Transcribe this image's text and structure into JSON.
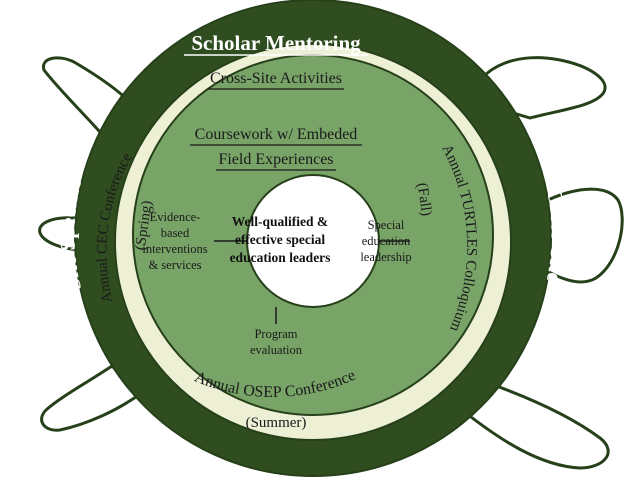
{
  "outer_ring": {
    "top_label": "Scholar Mentoring",
    "left_label": "Site Specific",
    "right_label": "Cross-Site"
  },
  "cross_site_ring": {
    "title": "Cross-Site Activities",
    "left_conference": "Annual CEC Conference",
    "left_conference_season": "(Spring)",
    "right_conference": "Annual TURTLES Colloquium",
    "right_conference_season": "(Fall)",
    "bottom_conference": "Annual OSEP Conference",
    "bottom_conference_season": "(Summer)"
  },
  "coursework_ring": {
    "title_line1": "Coursework w/ Embeded",
    "title_line2": "Field Experiences",
    "left_lines": [
      "Evidence-",
      "based",
      "interventions",
      "& services"
    ],
    "right_lines": [
      "Special",
      "education",
      "leadership"
    ],
    "bottom_lines": [
      "Program",
      "evaluation"
    ]
  },
  "center": {
    "lines": [
      "Well-qualified &",
      "effective special",
      "education leaders"
    ]
  },
  "colors": {
    "outer_ring": "#2f4d1f",
    "cream_ring": "#eef0d6",
    "green_ring": "#79a468",
    "center": "#ffffff",
    "outline": "#26401a"
  }
}
